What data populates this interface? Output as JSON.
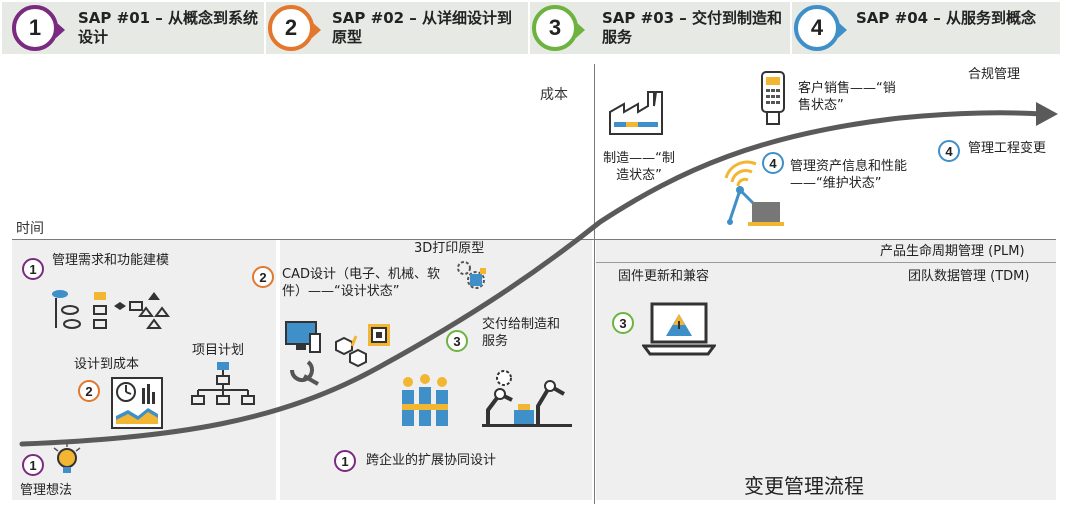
{
  "stages": [
    {
      "number": "1",
      "text": "SAP #01 – 从概念到系统设计",
      "color": "#7a2b80"
    },
    {
      "number": "2",
      "text": "SAP #02 – 从详细设计到原型",
      "color": "#e2772d"
    },
    {
      "number": "3",
      "text": "SAP #03 – 交付到制造和服务",
      "color": "#6db33f"
    },
    {
      "number": "4",
      "text": "SAP #04 – 从服务到概念",
      "color": "#3f8fc8"
    }
  ],
  "axes": {
    "cost": "成本",
    "time": "时间"
  },
  "labels": {
    "compliance": "合规管理",
    "customer_sales": "客户销售——“销售状态”",
    "manufacture": "制造——“制造状态”",
    "asset_info": "管理资产信息和性能——“维护状态”",
    "eng_change": "管理工程变更",
    "plm": "产品生命周期管理 (PLM)",
    "tdm": "团队数据管理 (TDM)",
    "print3d": "3D打印原型",
    "firmware": "固件更新和兼容",
    "requirements": "管理需求和功能建模",
    "cad": "CAD设计（电子、机械、软件）——“设计状态”",
    "deliver": "交付给制造和服务",
    "design_cost": "设计到成本",
    "project_plan": "项目计划",
    "ideas": "管理想法",
    "collab": "跨企业的扩展协同设计",
    "change_flow": "变更管理流程"
  },
  "badges": {
    "requirements": "1",
    "cad": "2",
    "deliver": "3",
    "design_cost": "2",
    "ideas": "1",
    "collab": "1",
    "firmware": "3",
    "asset_info": "4",
    "eng_change": "4"
  },
  "colors": {
    "panel": "#efefef",
    "stage_bg": "#e7e9e4",
    "curve": "#5a5a5a",
    "blue": "#3f8fc8",
    "yellow": "#f2b632"
  }
}
